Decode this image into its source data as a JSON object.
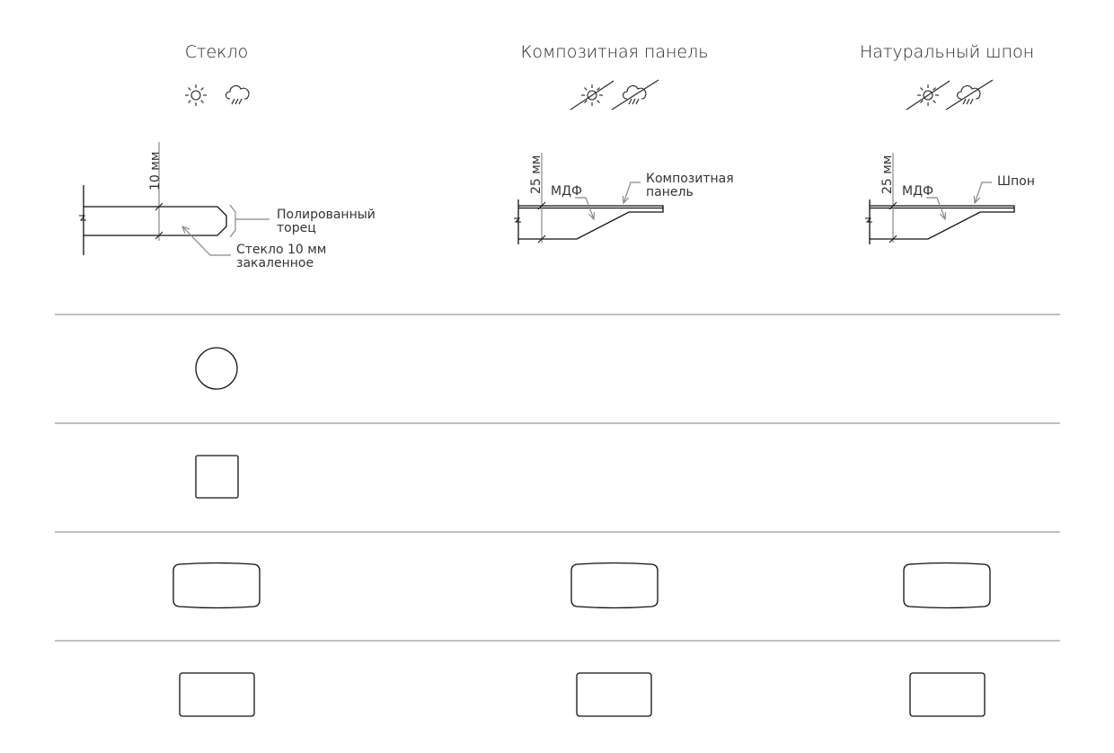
{
  "columns": [
    {
      "title": "Стекло",
      "dimension": "10 мм",
      "labels": {
        "edge": [
          "Полированный",
          "торец"
        ],
        "glass": [
          "Стекло 10 мм",
          "закаленное"
        ]
      },
      "outdoor_icons": "sun-rain-allowed"
    },
    {
      "title": "Композитная панель",
      "dimension": "25 мм",
      "labels": {
        "mdf": "МДФ",
        "top": [
          "Композитная",
          "панель"
        ]
      },
      "outdoor_icons": "sun-rain-crossed"
    },
    {
      "title": "Натуральный шпон",
      "dimension": "25 мм",
      "labels": {
        "mdf": "МДФ",
        "top": [
          "Шпон"
        ]
      },
      "outdoor_icons": "sun-rain-crossed"
    }
  ],
  "shape_rows": [
    {
      "shape": "circle",
      "available": [
        true,
        false,
        false
      ]
    },
    {
      "shape": "square",
      "available": [
        true,
        false,
        false
      ]
    },
    {
      "shape": "barrel-rectangle",
      "available": [
        true,
        true,
        true
      ]
    },
    {
      "shape": "rounded-rectangle",
      "available": [
        true,
        true,
        true
      ]
    }
  ],
  "colors": {
    "line": "#111111",
    "leader": "#888888",
    "divider": "#999999"
  }
}
